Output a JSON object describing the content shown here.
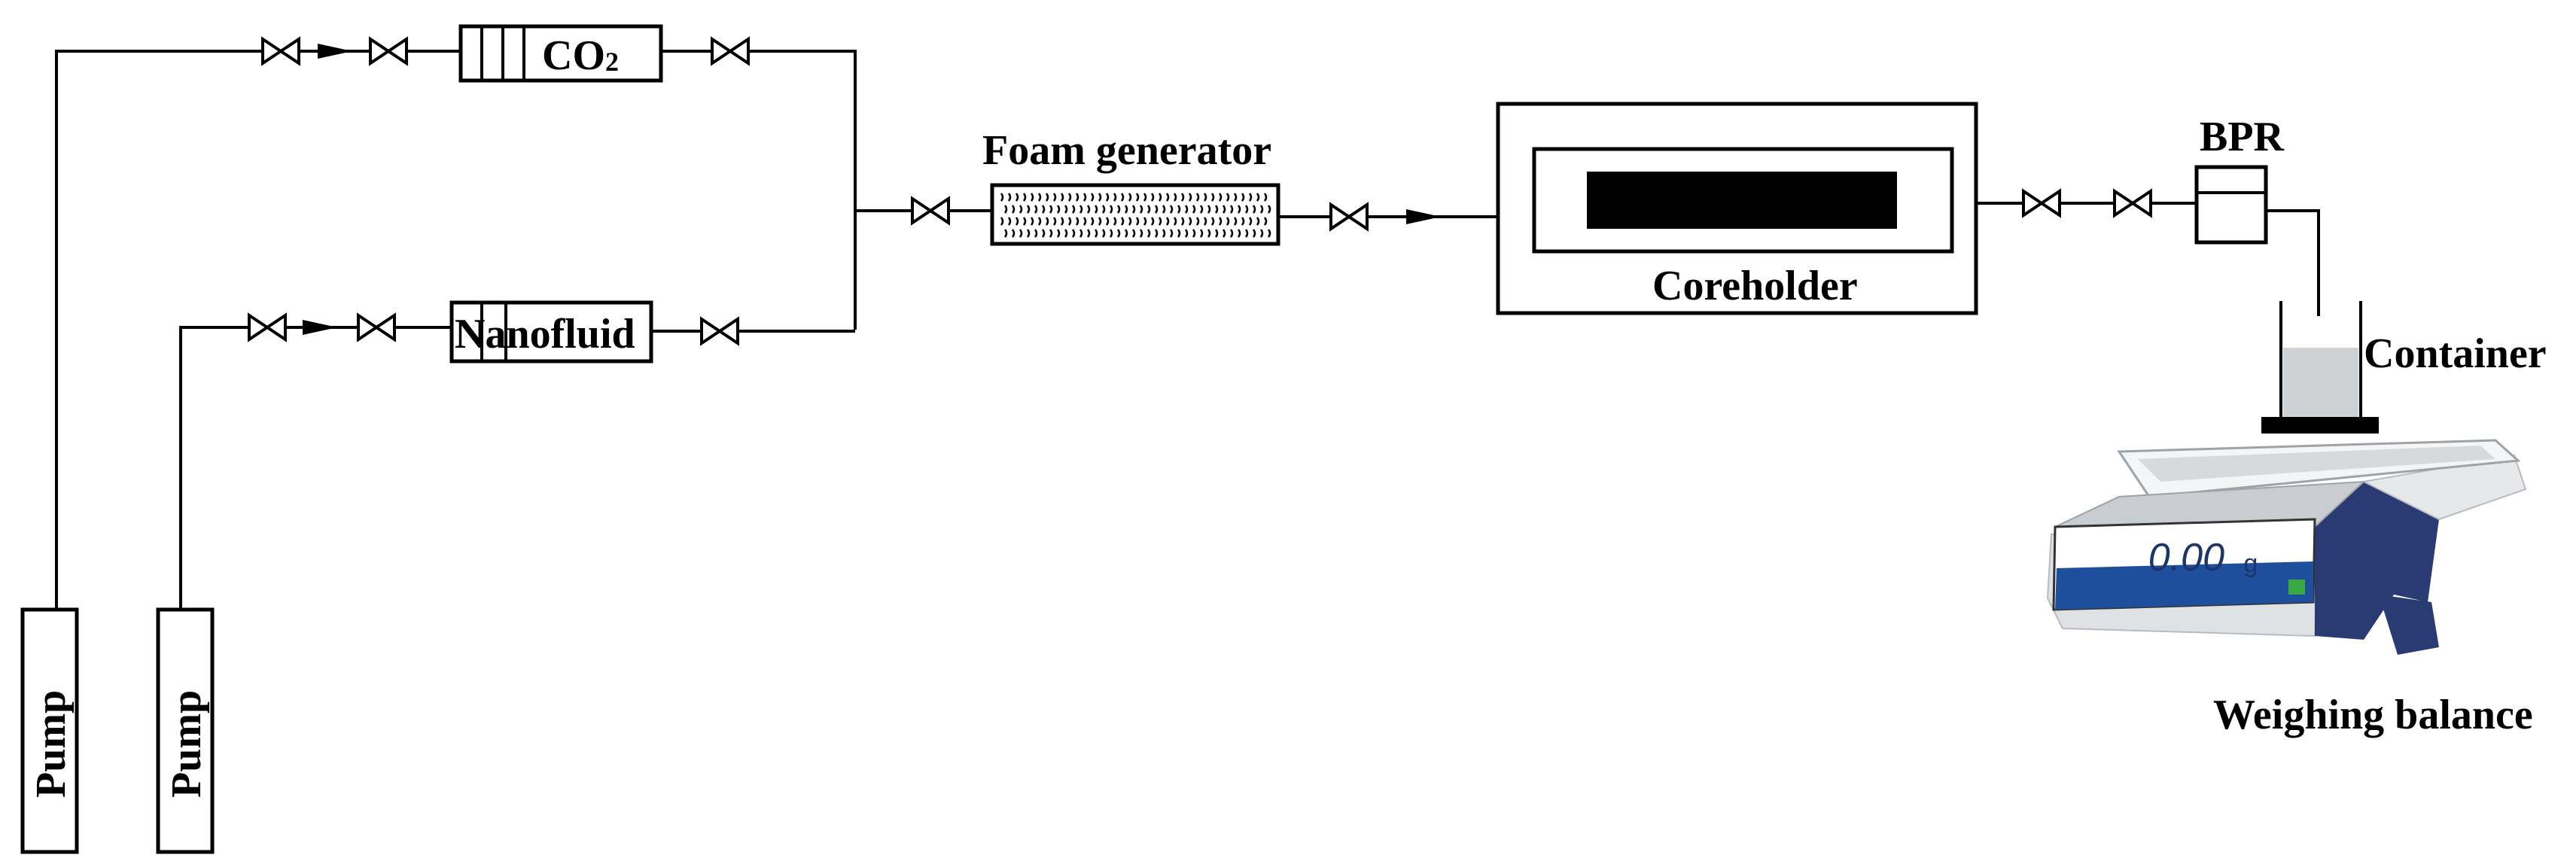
{
  "labels": {
    "pump_left": "Pump",
    "pump_right": "Pump",
    "co2_cylinder": "CO",
    "co2_subscript": "2",
    "nanofluid_cylinder": "Nanofluid",
    "foam_generator": "Foam generator",
    "coreholder": "Coreholder",
    "bpr": "BPR",
    "container": "Container",
    "weighing_balance": "Weighing balance",
    "balance_display": "0.00",
    "balance_unit": "g"
  },
  "colors": {
    "line": "#000000",
    "balance_body": "#e6e8ea",
    "balance_screen": "#1e4f9c",
    "balance_side": "#2a3a73",
    "balance_accent": "#3aa845"
  },
  "icons": [
    "valve-icon",
    "flow-arrow-icon"
  ]
}
